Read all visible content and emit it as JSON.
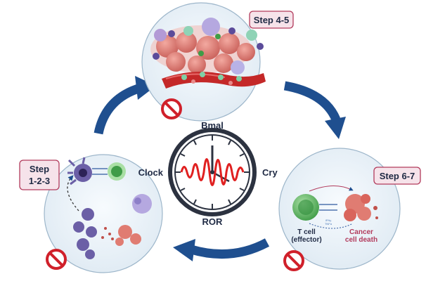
{
  "clock": {
    "top_label": "Bmal",
    "left_label": "Clock",
    "right_label": "Cry",
    "bottom_label": "ROR"
  },
  "steps": {
    "top": "Step 4-5",
    "left_line1": "Step",
    "left_line2": "1-2-3",
    "right": "Step 6-7"
  },
  "right_panel": {
    "tcell_line1": "T cell",
    "tcell_line2": "(effector)",
    "cancer_line1": "Cancer",
    "cancer_line2": "cell death",
    "cytokine1": "IFNγ",
    "cytokine2": "TNFα"
  },
  "colors": {
    "arrow": "#1f4f8f",
    "badge_fill": "#f6e3ea",
    "badge_stroke": "#b23b5c",
    "wave": "#e02020",
    "prohibited": "#d0202a"
  },
  "icons": [
    "prohibited-icon",
    "clock-icon",
    "cycle-arrow-icon"
  ]
}
